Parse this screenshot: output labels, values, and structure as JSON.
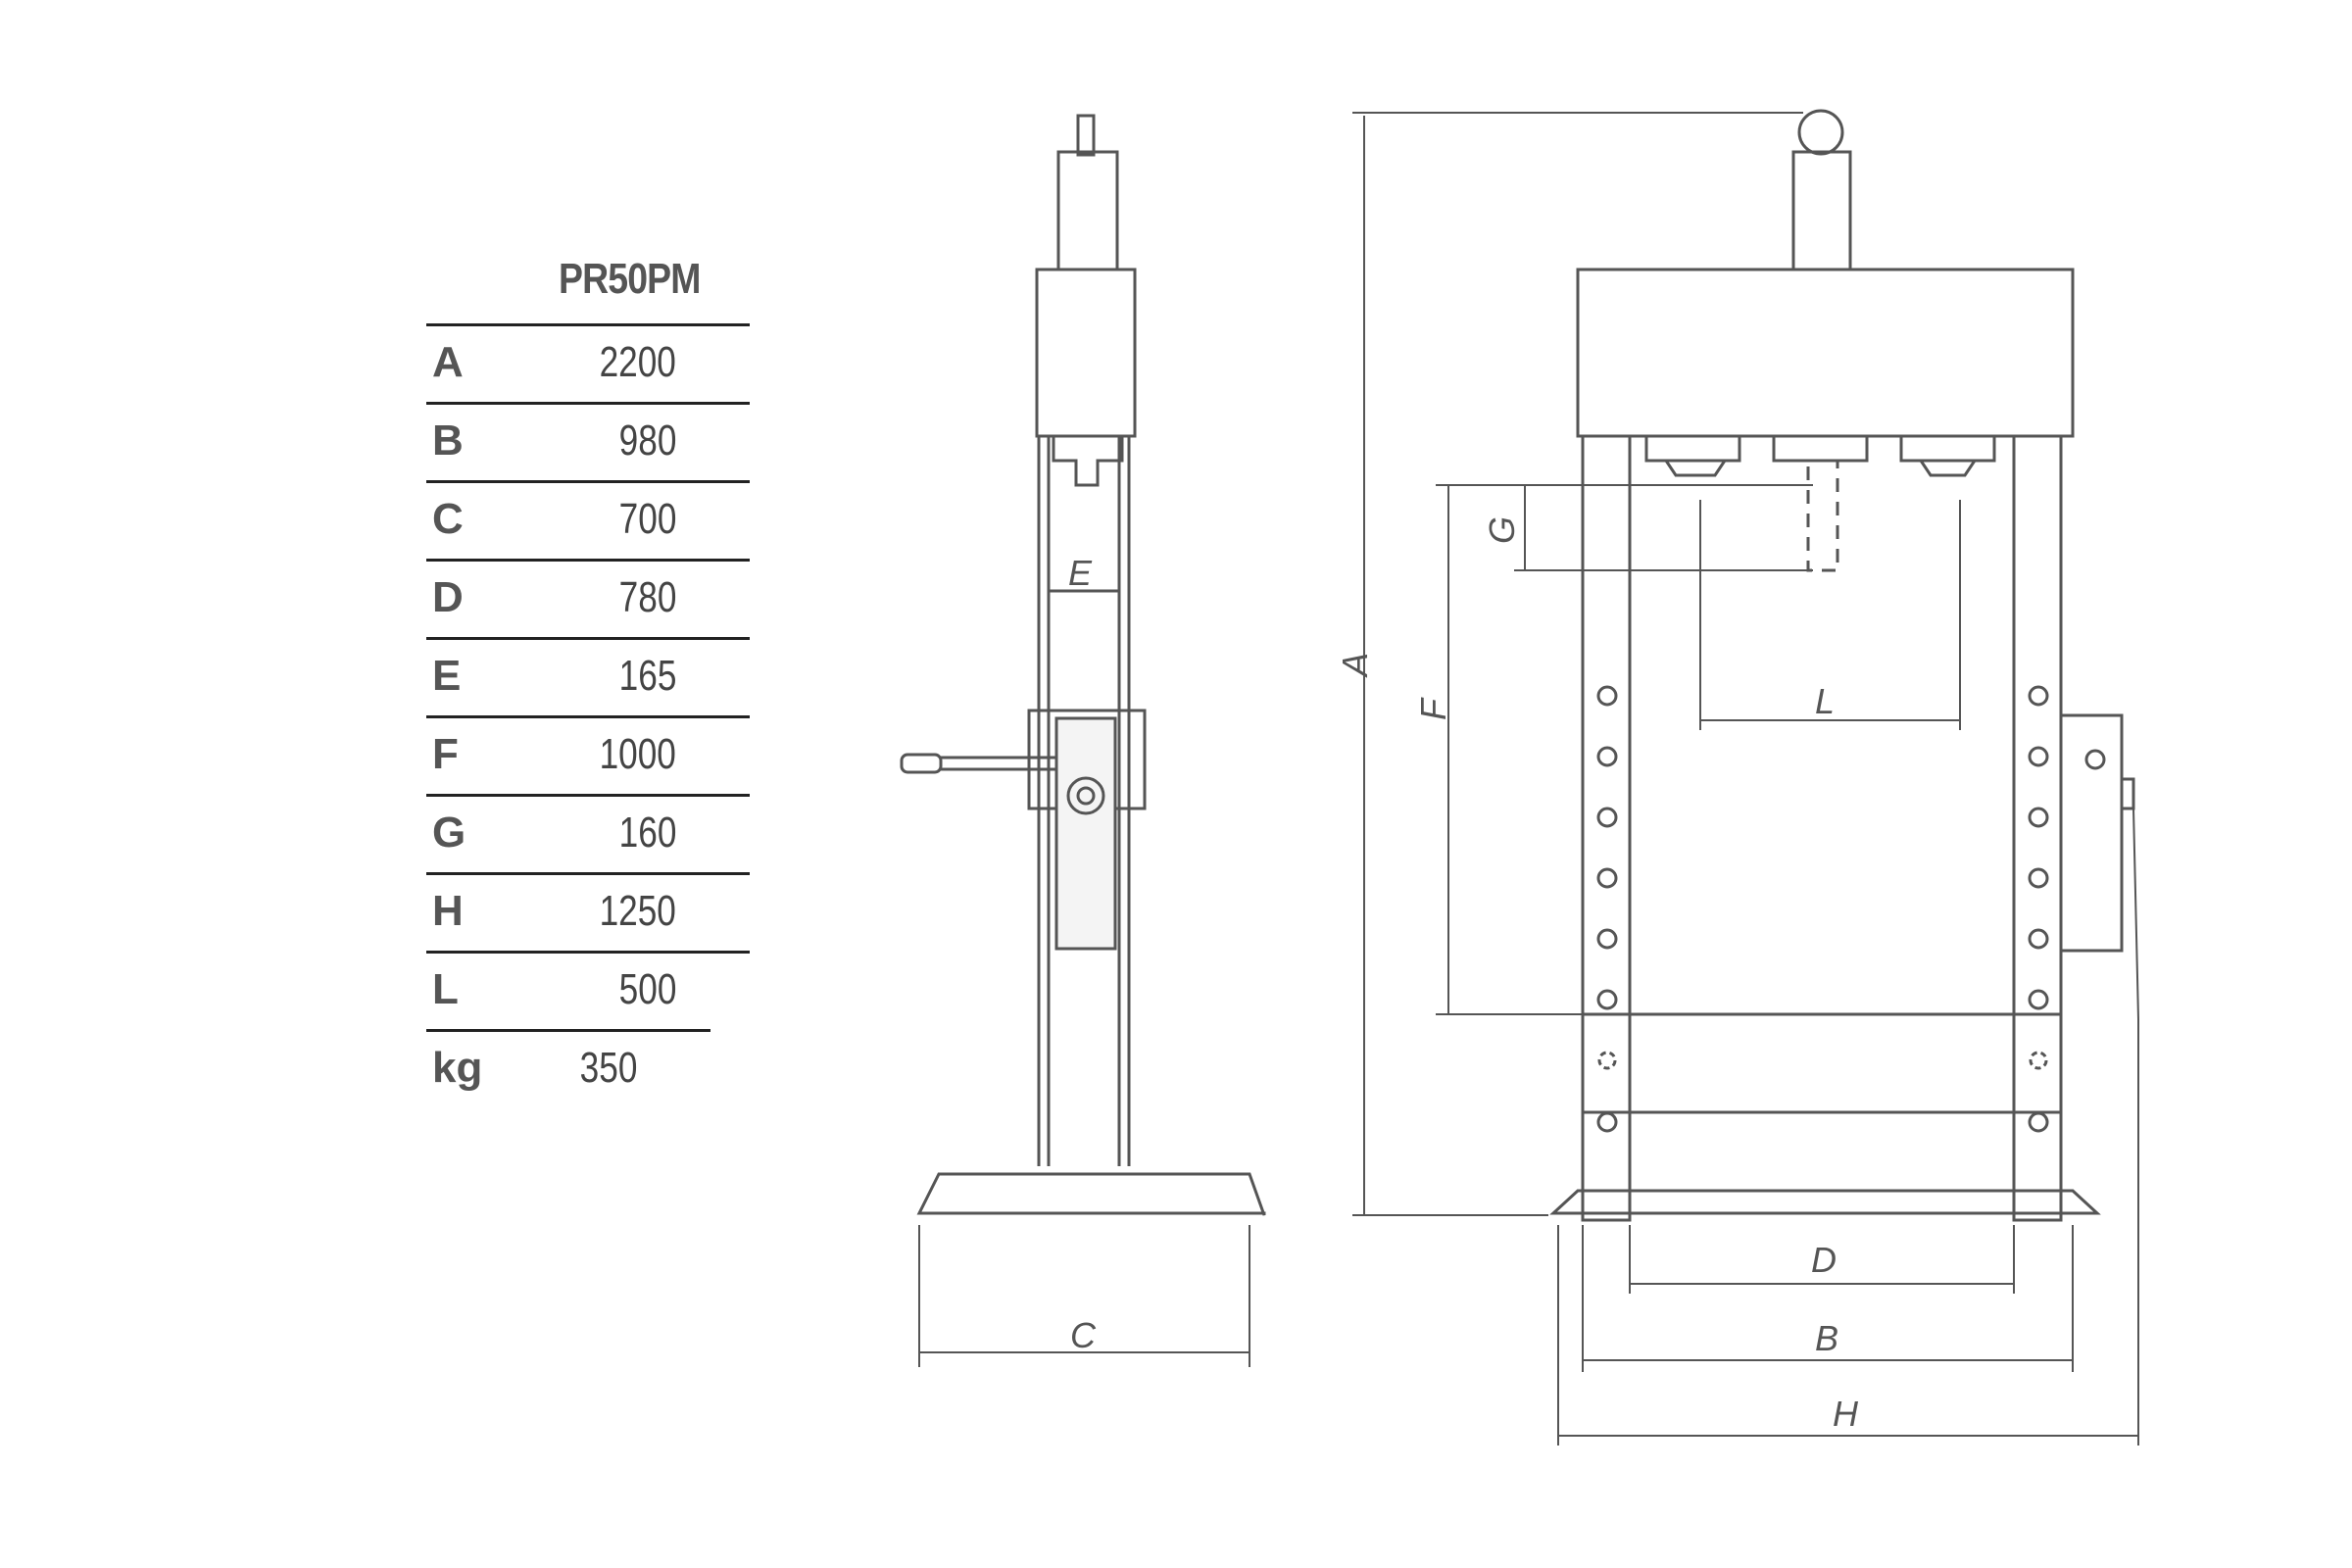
{
  "table": {
    "model": "PR50PM",
    "rows": [
      {
        "key": "A",
        "value": "2200"
      },
      {
        "key": "B",
        "value": "980"
      },
      {
        "key": "C",
        "value": "700"
      },
      {
        "key": "D",
        "value": "780"
      },
      {
        "key": "E",
        "value": "165"
      },
      {
        "key": "F",
        "value": "1000"
      },
      {
        "key": "G",
        "value": "160"
      },
      {
        "key": "H",
        "value": "1250"
      },
      {
        "key": "L",
        "value": "500"
      },
      {
        "key": "kg",
        "value": "350"
      }
    ]
  },
  "drawing": {
    "labels": {
      "A": "A",
      "B": "B",
      "C": "C",
      "D": "D",
      "E": "E",
      "F": "F",
      "G": "G",
      "H": "H",
      "L": "L"
    }
  },
  "colors": {
    "line": "#555555",
    "fill_light": "#f4f4f4"
  }
}
